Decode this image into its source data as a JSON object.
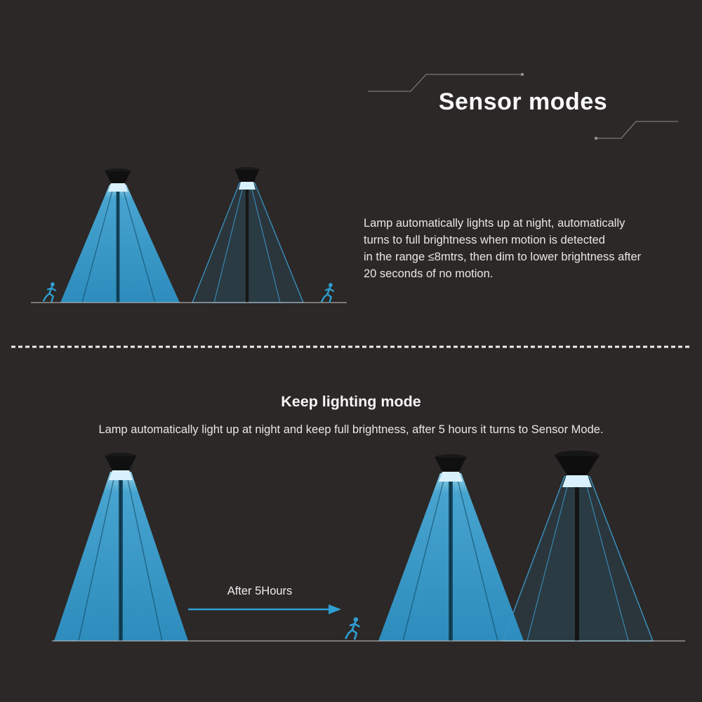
{
  "page": {
    "background": "#2B2827",
    "accent_blue": "#2F9ED2",
    "glow_color": "#D8F1FC",
    "text_color": "#E9E7E5"
  },
  "sensor_modes": {
    "title": "Sensor modes",
    "description_lines": [
      "Lamp automatically lights up at night, automatically",
      "turns to full brightness when motion is detected",
      "in the range ≤8mtrs, then dim to lower brightness after",
      "20 seconds of no motion."
    ]
  },
  "keep_lighting": {
    "title": "Keep lighting mode",
    "subtitle": "Lamp automatically light up at night and keep full brightness, after 5 hours it turns to Sensor Mode.",
    "arrow_label": "After 5Hours"
  },
  "icons": {
    "lamp_full": "lamp-full-brightness-cone-icon",
    "lamp_dim": "lamp-dim-cone-icon",
    "runner": "running-person-icon",
    "arrow": "arrow-right-icon",
    "divider": "dashed-divider"
  }
}
